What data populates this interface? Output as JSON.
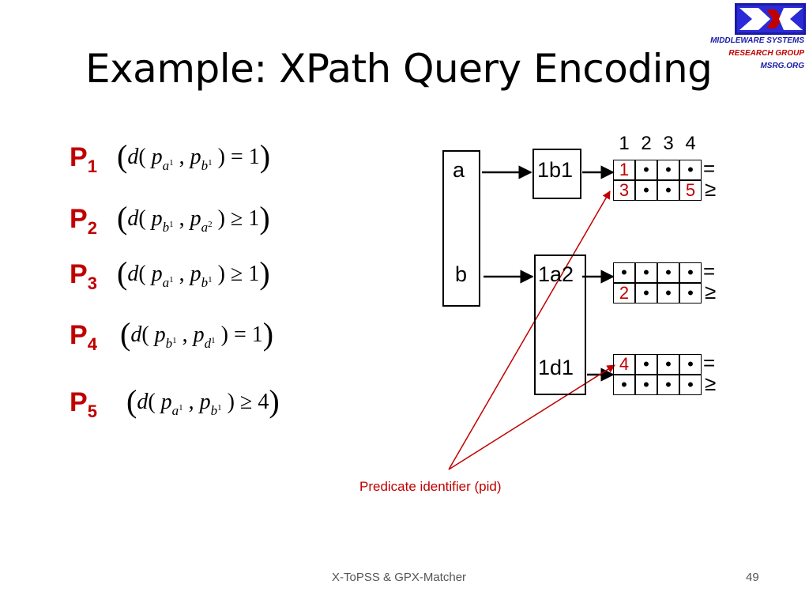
{
  "slide": {
    "title": "Example: XPath Query Encoding",
    "logo": {
      "line1": "MIDDLEWARE SYSTEMS",
      "line2": "RESEARCH GROUP",
      "line3": "MSRG.ORG"
    },
    "predicates": [
      {
        "label": "P",
        "sub": "1",
        "formula": {
          "arg1": "p",
          "arg1_sub": "a",
          "arg1_sup": "1",
          "arg2": "p",
          "arg2_sub": "b",
          "arg2_sup": "1",
          "op": "=",
          "value": "1"
        }
      },
      {
        "label": "P",
        "sub": "2",
        "formula": {
          "arg1": "p",
          "arg1_sub": "b",
          "arg1_sup": "1",
          "arg2": "p",
          "arg2_sub": "a",
          "arg2_sup": "2",
          "op": "≥",
          "value": "1"
        }
      },
      {
        "label": "P",
        "sub": "3",
        "formula": {
          "arg1": "p",
          "arg1_sub": "a",
          "arg1_sup": "1",
          "arg2": "p",
          "arg2_sub": "b",
          "arg2_sup": "1",
          "op": "≥",
          "value": "1"
        }
      },
      {
        "label": "P",
        "sub": "4",
        "formula": {
          "arg1": "p",
          "arg1_sub": "b",
          "arg1_sup": "1",
          "arg2": "p",
          "arg2_sub": "d",
          "arg2_sup": "1",
          "op": "=",
          "value": "1"
        }
      },
      {
        "label": "P",
        "sub": "5",
        "formula": {
          "arg1": "p",
          "arg1_sub": "a",
          "arg1_sup": "1",
          "arg2": "p",
          "arg2_sub": "b",
          "arg2_sup": "1",
          "op": "≥",
          "value": "4"
        }
      }
    ],
    "diagram": {
      "column_numbers": [
        "1",
        "2",
        "3",
        "4"
      ],
      "left_box": {
        "a": "a",
        "b": "b"
      },
      "nodes": {
        "n1": "1b1",
        "n2": "1a2",
        "n3": "1d1"
      },
      "tables": [
        {
          "rows": [
            [
              "1",
              "•",
              "•",
              "•"
            ],
            [
              "3",
              "•",
              "•",
              "5"
            ]
          ],
          "red": [
            [
              0,
              0
            ],
            [
              1,
              0
            ],
            [
              1,
              3
            ]
          ],
          "ops": [
            "=",
            "≥"
          ]
        },
        {
          "rows": [
            [
              "•",
              "•",
              "•",
              "•"
            ],
            [
              "2",
              "•",
              "•",
              "•"
            ]
          ],
          "red": [
            [
              1,
              0
            ]
          ],
          "ops": [
            "=",
            "≥"
          ]
        },
        {
          "rows": [
            [
              "4",
              "•",
              "•",
              "•"
            ],
            [
              "•",
              "•",
              "•",
              "•"
            ]
          ],
          "red": [
            [
              0,
              0
            ]
          ],
          "ops": [
            "=",
            "≥"
          ]
        }
      ],
      "note": "Predicate identifier (pid)",
      "colors": {
        "accent": "#c00000",
        "logo_blue": "#1a1aa8"
      }
    },
    "footer": {
      "text": "X-ToPSS & GPX-Matcher",
      "page": "49"
    }
  }
}
